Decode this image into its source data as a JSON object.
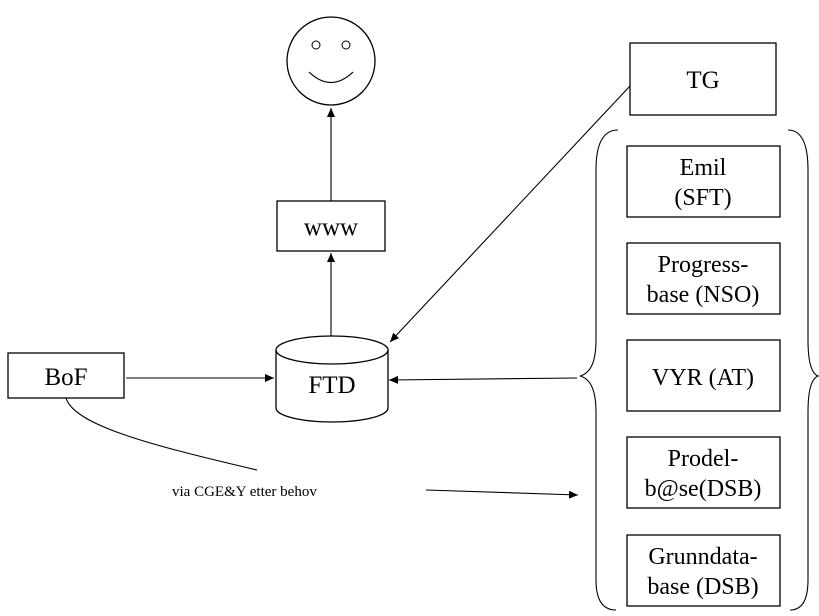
{
  "nodes": {
    "www": "www",
    "ftd": "FTD",
    "bof": "BoF",
    "tg": "TG",
    "emil": [
      "Emil",
      "(SFT)"
    ],
    "progress": [
      "Progress-",
      "base (NSO)"
    ],
    "vyr": "VYR (AT)",
    "prodel": [
      "Prodel-",
      "b@se(DSB)"
    ],
    "grunndata": [
      "Grunndata-",
      "base (DSB)"
    ]
  },
  "edges": {
    "bof_via_label": "via CGE&Y etter behov"
  },
  "icons": {
    "user": "smiley-face-icon"
  }
}
